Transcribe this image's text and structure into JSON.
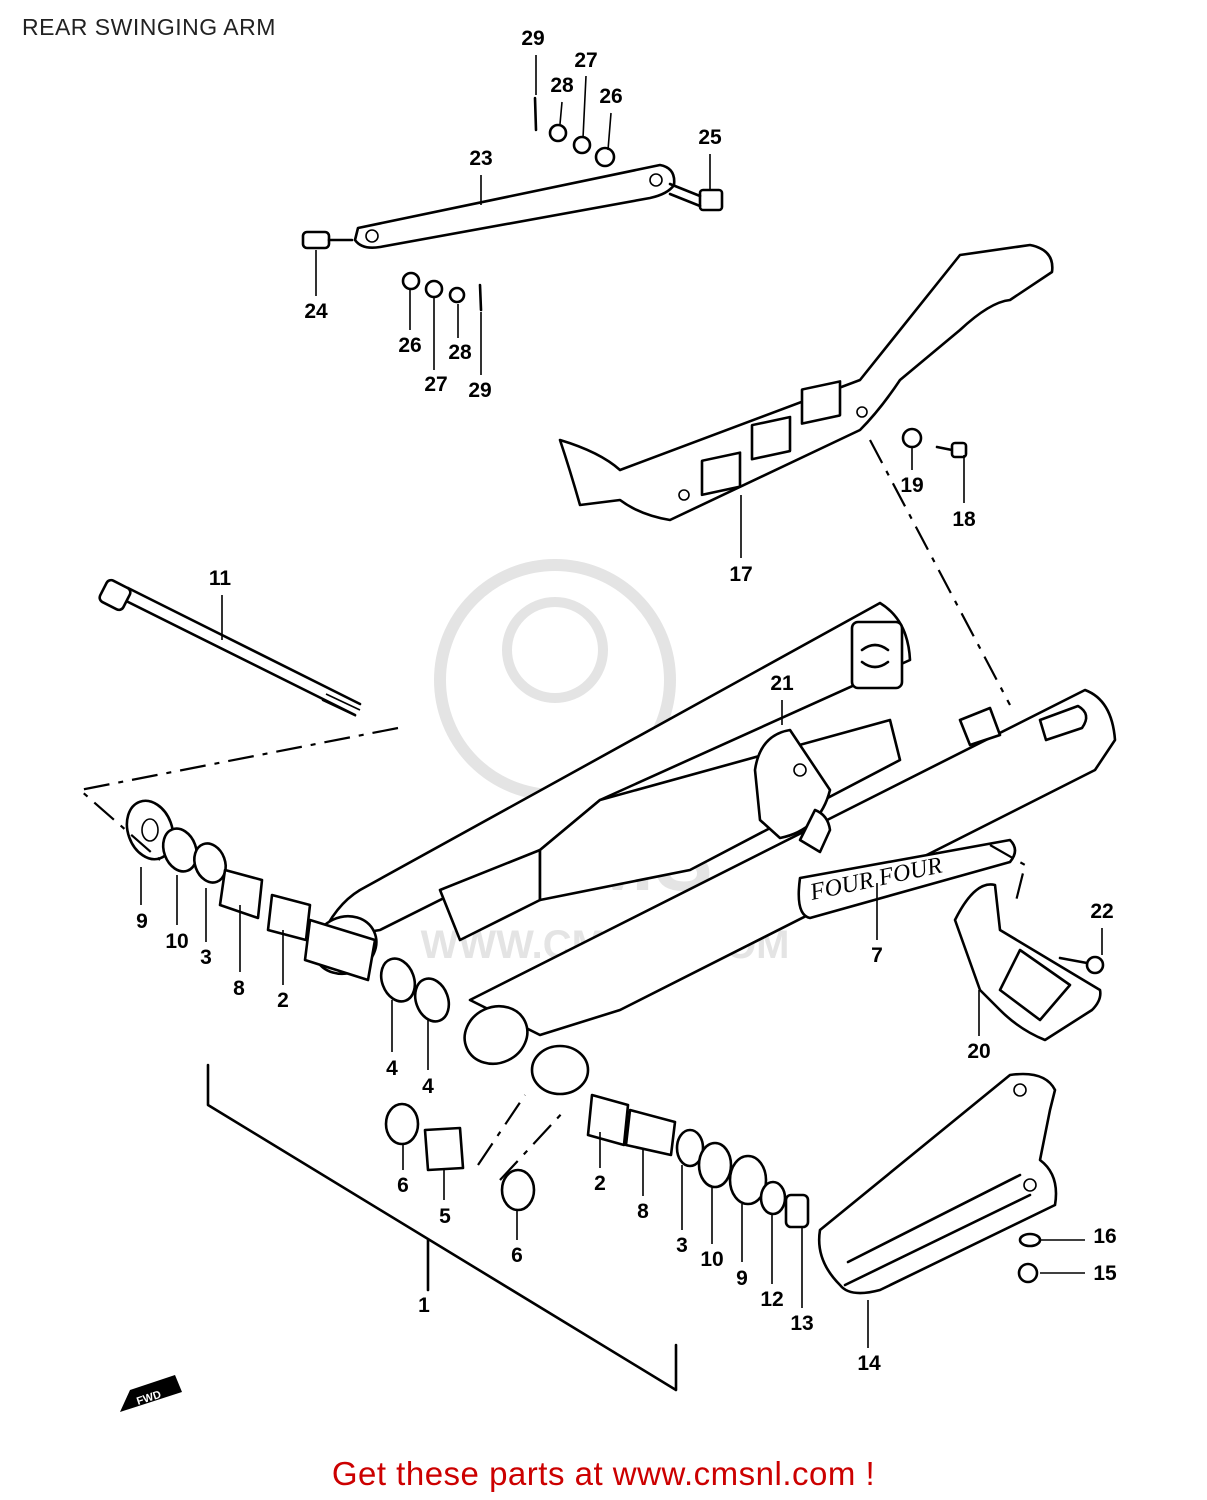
{
  "title": "REAR SWINGING ARM",
  "footer_text": "Get these parts at www.cmsnl.com !",
  "watermark": {
    "text": "CMS",
    "url": "WWW.CMSNL.COM"
  },
  "arm_logo_text": "FOUR FOUR",
  "fwd_arrow_label": "FWD",
  "part_labels": [
    "1",
    "2",
    "2",
    "3",
    "3",
    "4",
    "4",
    "5",
    "6",
    "6",
    "7",
    "8",
    "8",
    "9",
    "9",
    "10",
    "10",
    "11",
    "12",
    "13",
    "14",
    "15",
    "16",
    "17",
    "18",
    "19",
    "20",
    "21",
    "22",
    "23",
    "24",
    "25",
    "26",
    "26",
    "27",
    "27",
    "28",
    "28",
    "29",
    "29"
  ],
  "colors": {
    "line": "#000000",
    "footer": "#cc0000",
    "watermark": "#e4e4e4"
  }
}
